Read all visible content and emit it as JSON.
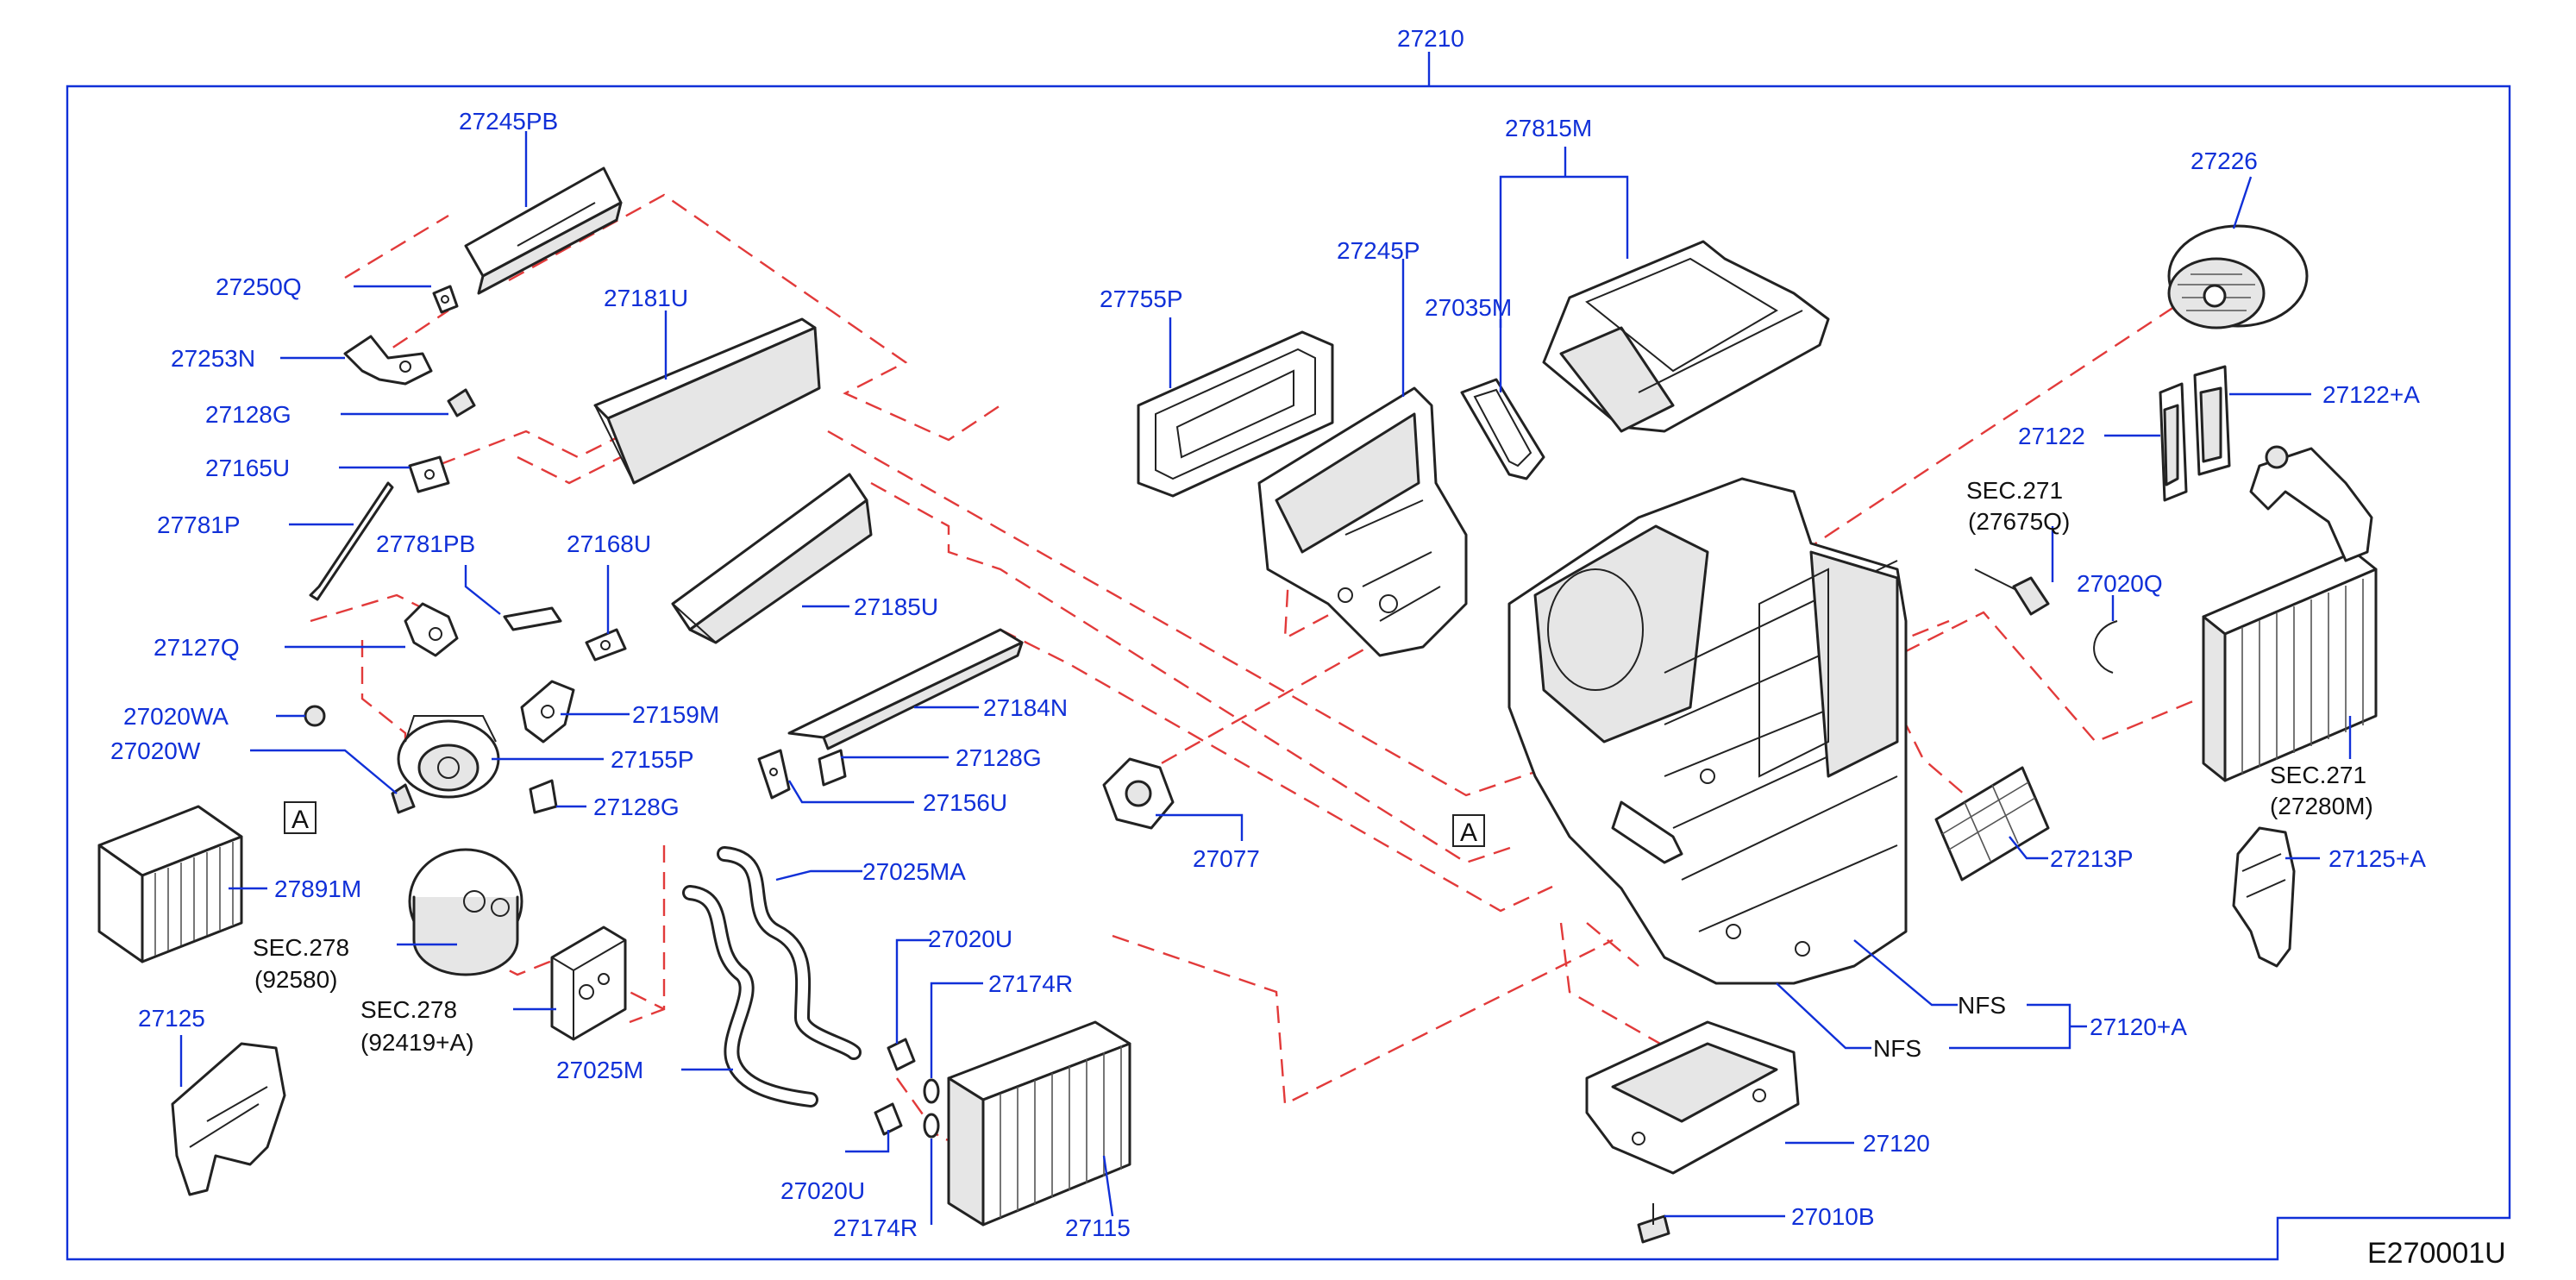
{
  "diagram_code": "E270001U",
  "assembly": {
    "number": "27210"
  },
  "ref_box_letter": "A",
  "parts": {
    "p27245PB": "27245PB",
    "p27250Q": "27250Q",
    "p27253N": "27253N",
    "p27128G_a": "27128G",
    "p27165U": "27165U",
    "p27781P": "27781P",
    "p27781PB": "27781PB",
    "p27168U": "27168U",
    "p27127Q": "27127Q",
    "p27020WA": "27020WA",
    "p27020W": "27020W",
    "p27159M": "27159M",
    "p27155P": "27155P",
    "p27128G_b": "27128G",
    "p27891M": "27891M",
    "p27125": "27125",
    "p27181U": "27181U",
    "p27185U": "27185U",
    "p27184N": "27184N",
    "p27128G_c": "27128G",
    "p27156U": "27156U",
    "p27025MA": "27025MA",
    "p27025M": "27025M",
    "p27020U_a": "27020U",
    "p27020U_b": "27020U",
    "p27174R_a": "27174R",
    "p27174R_b": "27174R",
    "p27115": "27115",
    "p27755P": "27755P",
    "p27245P": "27245P",
    "p27077": "27077",
    "p27815M": "27815M",
    "p27035M": "27035M",
    "p27226": "27226",
    "p27122": "27122",
    "p27122A": "27122+A",
    "p27020Q": "27020Q",
    "p27213P": "27213P",
    "p27125A": "27125+A",
    "p27120A": "27120+A",
    "p27120": "27120",
    "p27010B": "27010B"
  },
  "sections": {
    "sec278_a_line1": "SEC.278",
    "sec278_a_line2": "(92580)",
    "sec278_b_line1": "SEC.278",
    "sec278_b_line2": "(92419+A)",
    "sec271_a_line1": "SEC.271",
    "sec271_a_line2": "(27675Q)",
    "sec271_b_line1": "SEC.271",
    "sec271_b_line2": "(27280M)"
  },
  "nfs": {
    "upper": "NFS",
    "lower": "NFS"
  },
  "colors": {
    "callout": "#1030d8",
    "dashed_connector": "#e23a3a",
    "ink": "#222222"
  }
}
